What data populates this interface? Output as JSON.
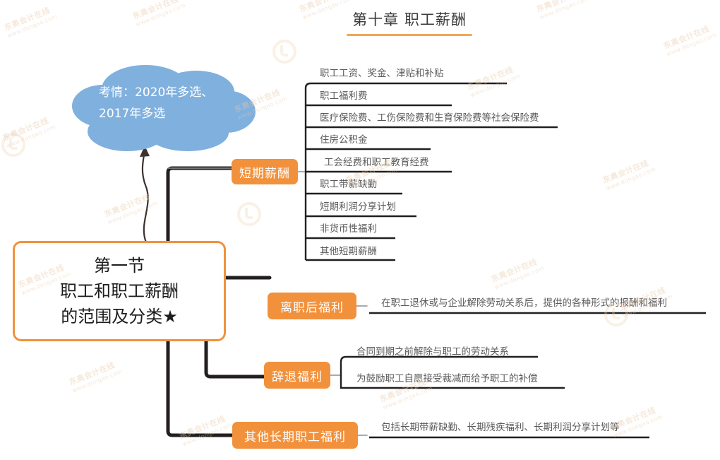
{
  "title": {
    "text": "第十章 职工薪酬",
    "rule_color": "#f0a858"
  },
  "colors": {
    "accent_orange": "#f2913c",
    "root_border": "#f0923c",
    "cloud_blue": "#80b0de",
    "trunk_dark": "#231f20",
    "leaf_text": "#5a5a5a",
    "watermark": "#e8c9a8"
  },
  "cloud": {
    "name": "exam-info-cloud",
    "label": "考情：2020年多选、\n2017年多选"
  },
  "root": {
    "name": "root-node",
    "label": "第一节\n职工和职工薪酬\n的范围及分类★"
  },
  "branches": [
    {
      "id": "short-term",
      "label": "短期薪酬",
      "leaves": [
        "职工工资、奖金、津贴和补贴",
        "职工福利费",
        "医疗保险费、工伤保险费和生育保险费等社会保险费",
        "住房公积金",
        "工会经费和职工教育经费",
        "职工带薪缺勤",
        "短期利润分享计划",
        "非货币性福利",
        "其他短期薪酬"
      ]
    },
    {
      "id": "post-employment",
      "label": "离职后福利",
      "leaves": [
        "在职工退休或与企业解除劳动关系后，提供的各种形式的报酬和福利"
      ]
    },
    {
      "id": "termination",
      "label": "辞退福利",
      "leaves": [
        "合同到期之前解除与职工的劳动关系",
        "为鼓励职工自愿接受裁减而给予职工的补偿"
      ]
    },
    {
      "id": "other-long-term",
      "label": "其他长期职工福利",
      "leaves": [
        "包括长期带薪缺勤、长期残疾福利、长期利润分享计划等"
      ]
    }
  ],
  "watermark": {
    "line1": "东奥会计在线",
    "line2": "www.dongao.com"
  }
}
